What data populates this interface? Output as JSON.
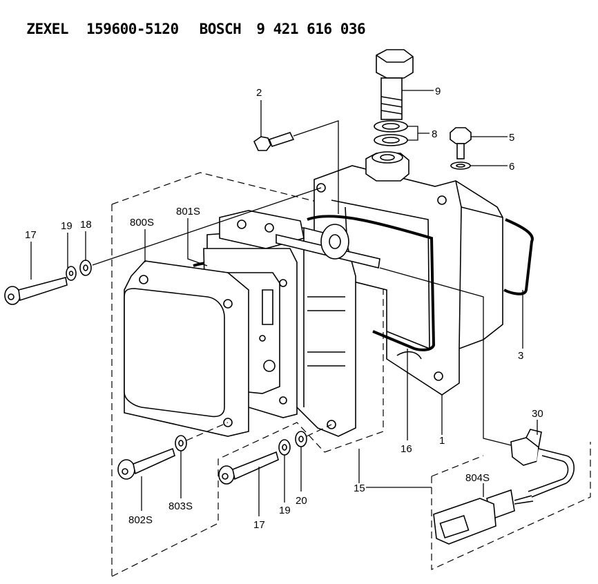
{
  "header": {
    "brand1": "ZEXEL",
    "part_number1": "159600-5120",
    "brand2": "BOSCH",
    "part_number2": "9 421 616 036"
  },
  "callouts": {
    "c2": "2",
    "c9": "9",
    "c8": "8",
    "c5": "5",
    "c6": "6",
    "c3": "3",
    "c16": "16",
    "c1": "1",
    "c15": "15",
    "c17a": "17",
    "c19a": "19",
    "c18": "18",
    "c800s": "800S",
    "c801s": "801S",
    "c802s": "802S",
    "c803s": "803S",
    "c17b": "17",
    "c19b": "19",
    "c20": "20",
    "c30": "30",
    "c804s": "804S"
  }
}
